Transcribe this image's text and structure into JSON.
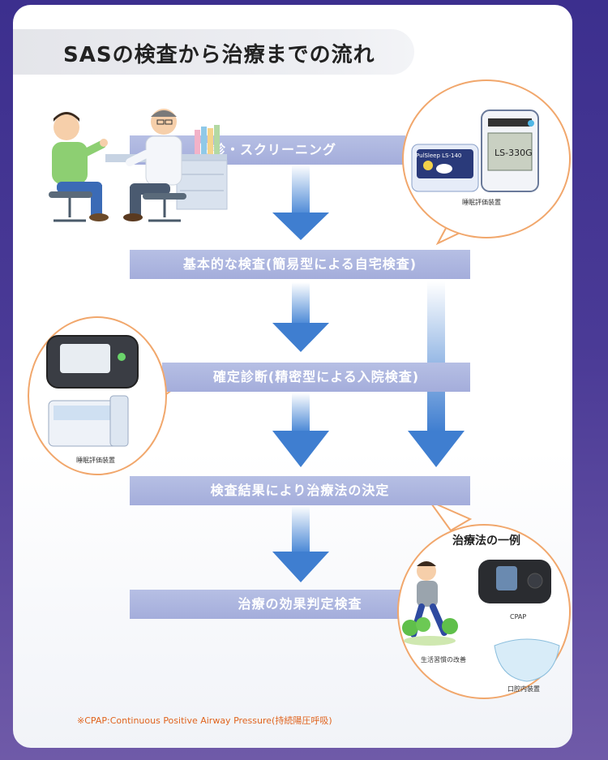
{
  "title": "SASの検査から治療までの流れ",
  "steps": [
    "問診・スクリーニング",
    "基本的な検査(簡易型による自宅検査)",
    "確定診断(精密型による入院検査)",
    "検査結果により治療法の決定",
    "治療の効果判定検査"
  ],
  "devices_top": {
    "brand_small": "PulSleep LS-140",
    "screen": "LS-330G",
    "caption": "睡眠評価装置"
  },
  "devices_left": {
    "caption": "睡眠評価装置"
  },
  "treatment": {
    "title": "治療法の一例",
    "cpap_label": "CPAP",
    "lifestyle_label": "生活習慣の改善",
    "oral_label": "口腔内装置"
  },
  "footnote": "※CPAP:Continuous Positive Airway Pressure(持続陽圧呼吸)",
  "colors": {
    "step_bar": "#a9b2de",
    "arrow": "#3f7ed0",
    "bubble_border": "#f1a76c",
    "footnote": "#e0641e"
  }
}
